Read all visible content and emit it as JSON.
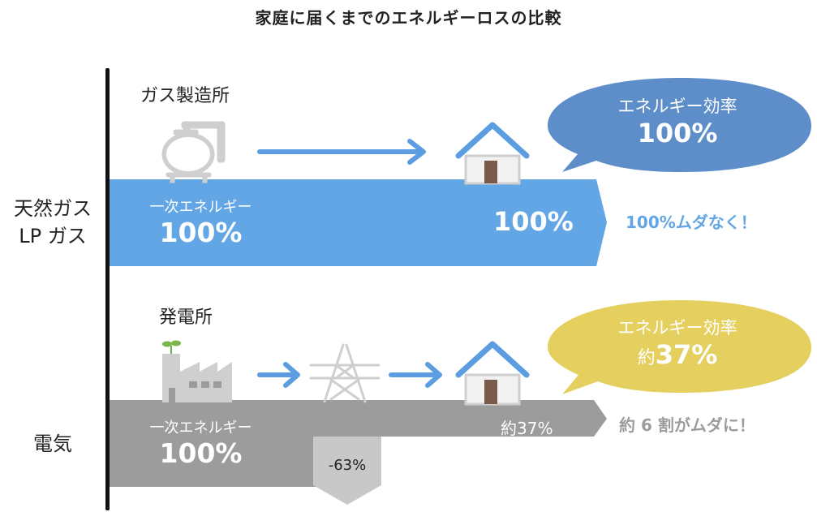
{
  "title": "家庭に届くまでのエネルギーロスの比較",
  "rows": {
    "gas": {
      "label_line1": "天然ガス",
      "label_line2": "LP ガス",
      "source_label": "ガス製造所",
      "band_small": "一次エネルギー",
      "band_big": "100%",
      "end_value": "100%",
      "callout": "100%ムダなく！",
      "bubble_line1": "エネルギー効率",
      "bubble_line2": "100%"
    },
    "electric": {
      "label": "電気",
      "source_label": "発電所",
      "band_small": "一次エネルギー",
      "band_big": "100%",
      "end_value": "約37%",
      "loss_value": "-63%",
      "callout": "約 6 割がムダに！",
      "bubble_line1": "エネルギー効率",
      "bubble_line2_prefix": "約",
      "bubble_line2_value": "37%"
    }
  },
  "colors": {
    "gas_band": "#62a6e6",
    "gas_bubble": "#5e8ec9",
    "electric_band": "#9c9c9c",
    "electric_bubble": "#e5cf5e",
    "icon_gray": "#cfcfcf",
    "house_blue": "#5b9de0",
    "door_brown": "#7a5a4a"
  }
}
